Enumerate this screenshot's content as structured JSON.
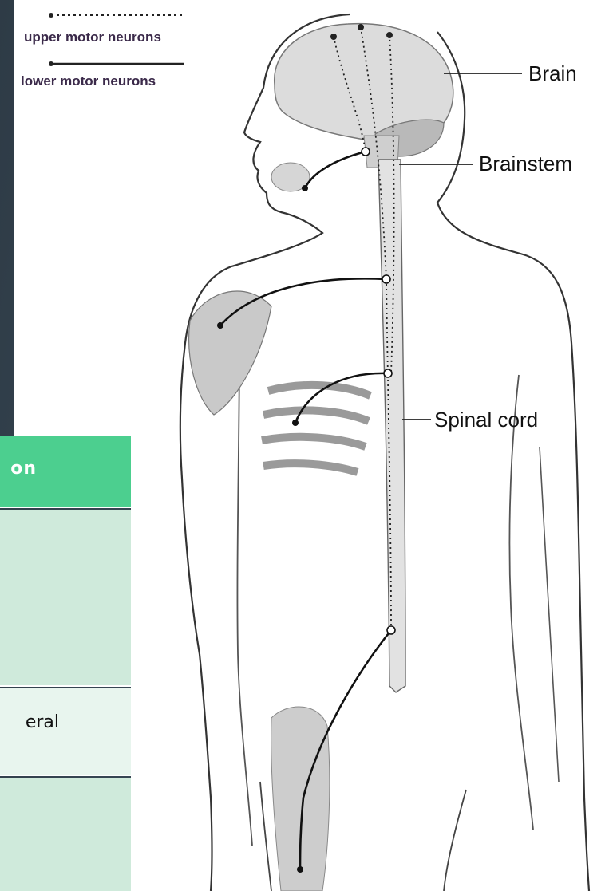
{
  "legend": {
    "upper": "upper motor neurons",
    "lower": "lower motor neurons"
  },
  "labels": {
    "brain": "Brain",
    "brainstem": "Brainstem",
    "spinal_cord": "Spinal cord"
  },
  "table": {
    "header_fragment": "on",
    "row2_fragment": "eral"
  },
  "colors": {
    "slide_background": "#3a4a57",
    "table_header": "#4ccf8f",
    "table_row_dark": "#cfeadb",
    "table_row_light": "#e8f5ee",
    "legend_text": "#3b2a4a"
  }
}
